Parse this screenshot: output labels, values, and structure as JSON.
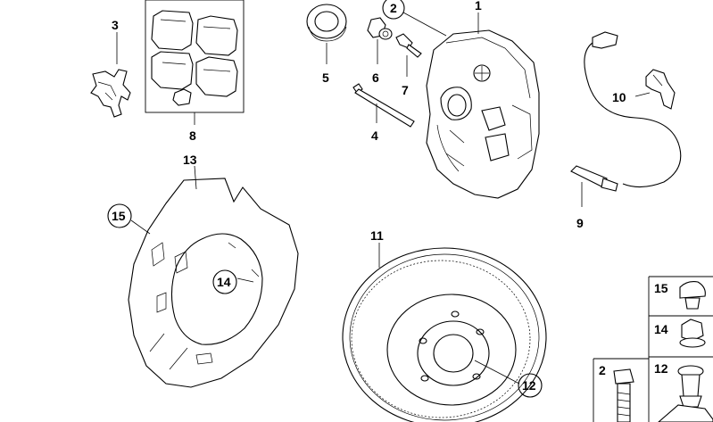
{
  "callouts": {
    "c1": "1",
    "c2": "2",
    "c3": "3",
    "c4": "4",
    "c5": "5",
    "c6": "6",
    "c7": "7",
    "c8": "8",
    "c9": "9",
    "c10": "10",
    "c11": "11",
    "c12": "12",
    "c13": "13",
    "c14": "14",
    "c15": "15"
  },
  "legend": {
    "l15": "15",
    "l14": "14",
    "l12": "12",
    "l2": "2"
  }
}
